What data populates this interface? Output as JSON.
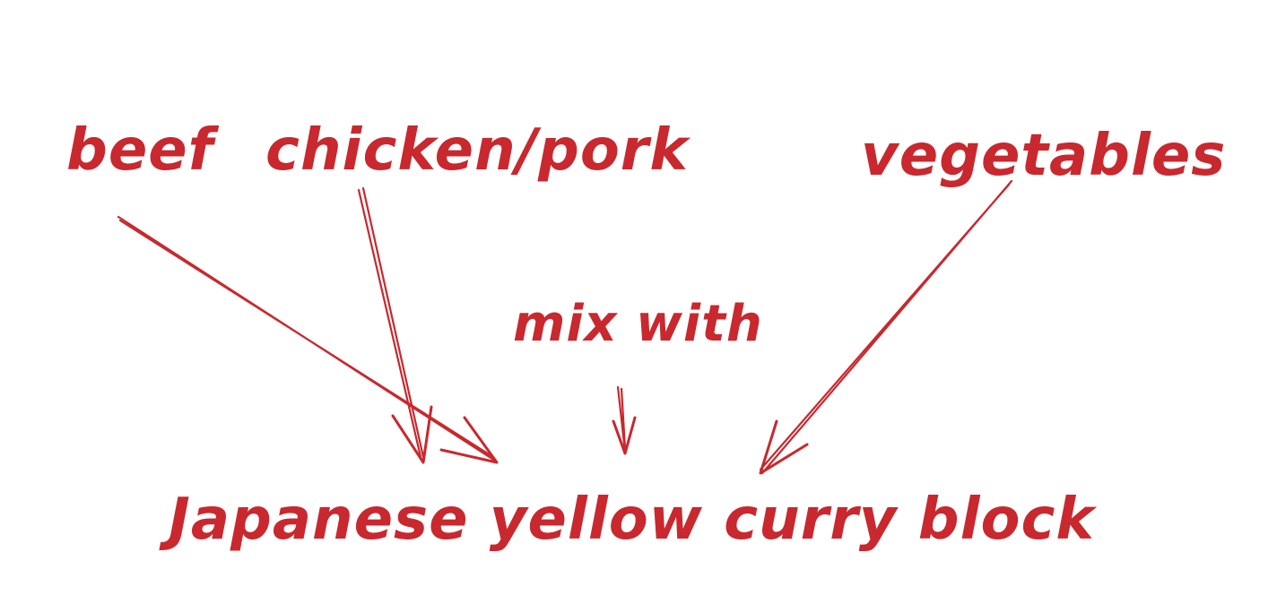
{
  "diagram": {
    "stroke_color": "#c8282e",
    "nodes": {
      "beef": "beef",
      "chicken_pork": "chicken/pork",
      "vegetables": "vegetables",
      "mix_with": "mix with",
      "curry_block": "Japanese yellow curry block"
    },
    "edges": [
      {
        "from": "beef",
        "to": "curry_block"
      },
      {
        "from": "chicken_pork",
        "to": "curry_block"
      },
      {
        "from": "mix_with",
        "to": "curry_block"
      },
      {
        "from": "vegetables",
        "to": "curry_block"
      }
    ]
  }
}
